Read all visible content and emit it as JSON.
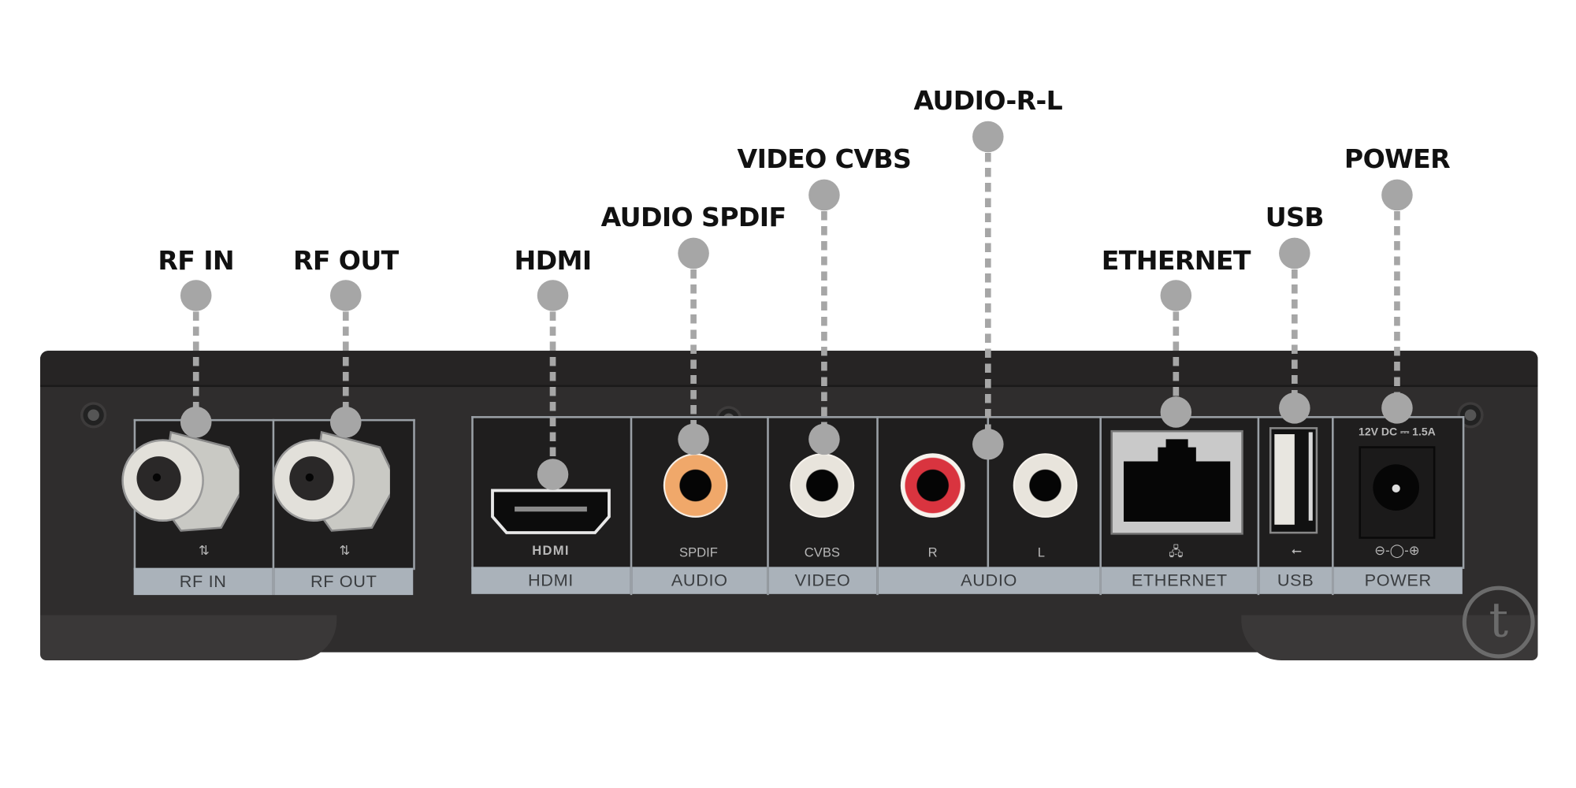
{
  "title": "Set-top box rear panel connections",
  "callouts": [
    {
      "id": "rf-in",
      "label": "RF IN"
    },
    {
      "id": "rf-out",
      "label": "RF OUT"
    },
    {
      "id": "hdmi",
      "label": "HDMI"
    },
    {
      "id": "audio-spdif",
      "label": "AUDIO SPDIF"
    },
    {
      "id": "video-cvbs",
      "label": "VIDEO CVBS"
    },
    {
      "id": "audio-r-l",
      "label": "AUDIO-R-L"
    },
    {
      "id": "ethernet",
      "label": "ETHERNET"
    },
    {
      "id": "usb",
      "label": "USB"
    },
    {
      "id": "power",
      "label": "POWER"
    }
  ],
  "panel_labels": {
    "rf_in": "RF IN",
    "rf_out": "RF OUT",
    "hdmi": "HDMI",
    "audio_spdif": "AUDIO",
    "video": "VIDEO",
    "audio_rl": "AUDIO",
    "ethernet": "ETHERNET",
    "usb": "USB",
    "power": "POWER"
  },
  "port_sublabels": {
    "rf_in": "⇅",
    "rf_out": "⇅",
    "hdmi": "HDMI",
    "spdif": "SPDIF",
    "cvbs": "CVBS",
    "right": "R",
    "left": "L",
    "ethernet": "network-icon",
    "usb": "usb-icon",
    "power": "polarity-icon",
    "power_rating": "12V DC ⎓ 1.5A"
  },
  "port_colors": {
    "spdif": "#f0a86a",
    "cvbs": "#e8e4dc",
    "audio_r": "#d9343f",
    "audio_l": "#e8e4dc"
  },
  "brand_logo": "t"
}
